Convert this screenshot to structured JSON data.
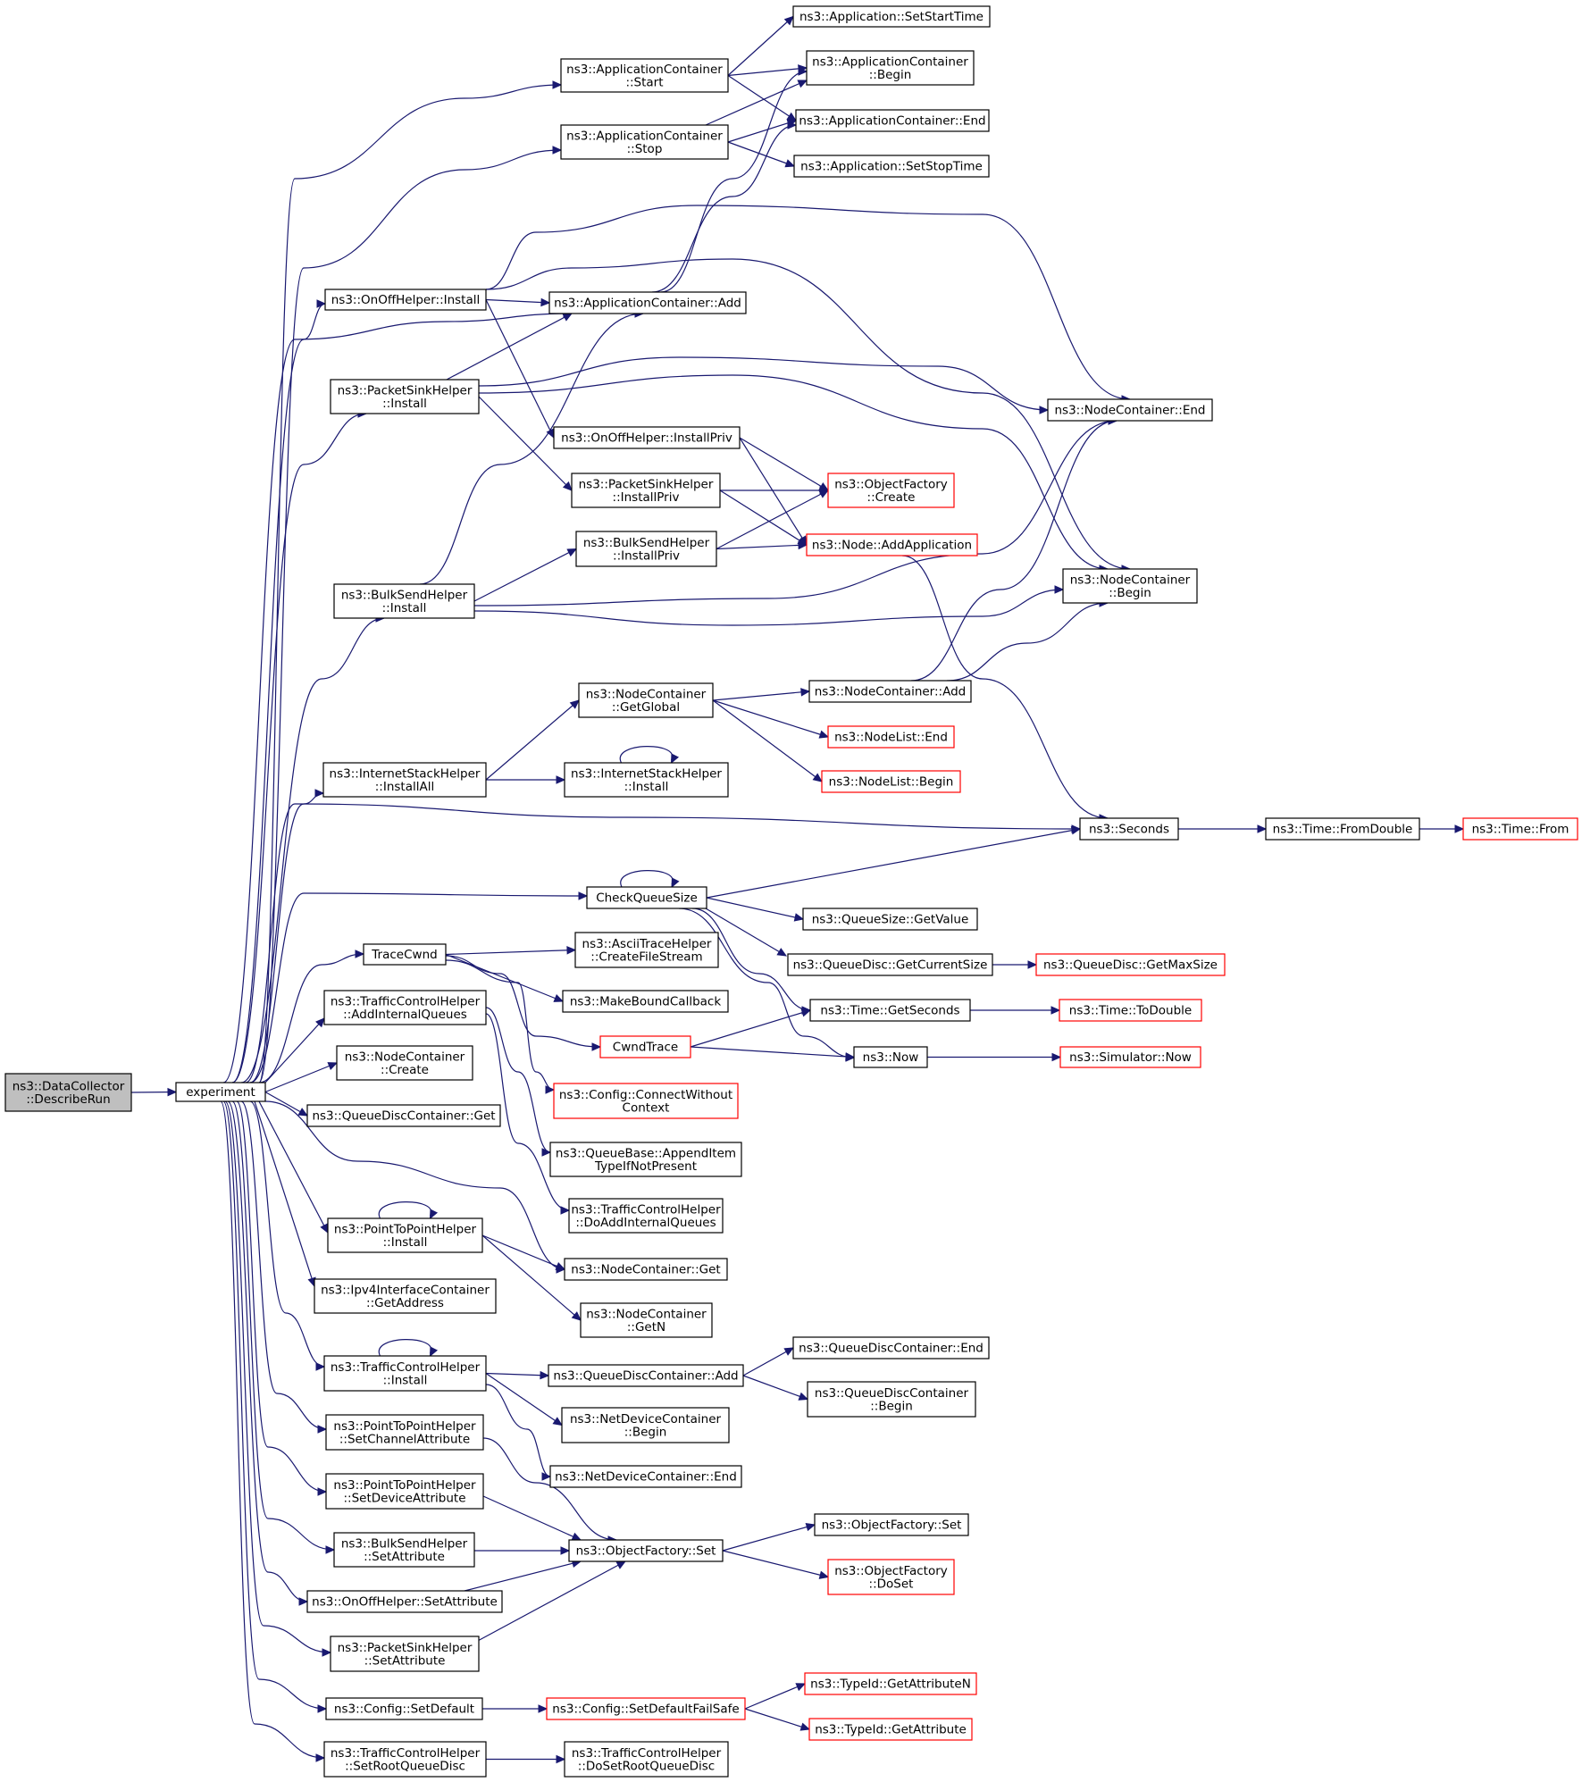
{
  "graph": {
    "nodes": [
      {
        "id": "describe",
        "lines": [
          "ns3::DataCollector",
          "::DescribeRun"
        ],
        "style": "root"
      },
      {
        "id": "experiment",
        "lines": [
          "experiment"
        ],
        "style": "normal"
      },
      {
        "id": "acStart",
        "lines": [
          "ns3::ApplicationContainer",
          "::Start"
        ],
        "style": "normal"
      },
      {
        "id": "appSetStart",
        "lines": [
          "ns3::Application::SetStartTime"
        ],
        "style": "normal"
      },
      {
        "id": "acBegin",
        "lines": [
          "ns3::ApplicationContainer",
          "::Begin"
        ],
        "style": "normal"
      },
      {
        "id": "acEnd",
        "lines": [
          "ns3::ApplicationContainer::End"
        ],
        "style": "normal"
      },
      {
        "id": "acStop",
        "lines": [
          "ns3::ApplicationContainer",
          "::Stop"
        ],
        "style": "normal"
      },
      {
        "id": "appSetStop",
        "lines": [
          "ns3::Application::SetStopTime"
        ],
        "style": "normal"
      },
      {
        "id": "onoffInstall",
        "lines": [
          "ns3::OnOffHelper::Install"
        ],
        "style": "normal"
      },
      {
        "id": "acAdd",
        "lines": [
          "ns3::ApplicationContainer::Add"
        ],
        "style": "normal"
      },
      {
        "id": "psInstall",
        "lines": [
          "ns3::PacketSinkHelper",
          "::Install"
        ],
        "style": "normal"
      },
      {
        "id": "ncEnd",
        "lines": [
          "ns3::NodeContainer::End"
        ],
        "style": "normal"
      },
      {
        "id": "onoffInstallPriv",
        "lines": [
          "ns3::OnOffHelper::InstallPriv"
        ],
        "style": "normal"
      },
      {
        "id": "psInstallPriv",
        "lines": [
          "ns3::PacketSinkHelper",
          "::InstallPriv"
        ],
        "style": "normal"
      },
      {
        "id": "ofCreate",
        "lines": [
          "ns3::ObjectFactory",
          "::Create"
        ],
        "style": "red"
      },
      {
        "id": "bsInstallPriv",
        "lines": [
          "ns3::BulkSendHelper",
          "::InstallPriv"
        ],
        "style": "normal"
      },
      {
        "id": "nodeAddApp",
        "lines": [
          "ns3::Node::AddApplication"
        ],
        "style": "red"
      },
      {
        "id": "bsInstall",
        "lines": [
          "ns3::BulkSendHelper",
          "::Install"
        ],
        "style": "normal"
      },
      {
        "id": "ncBegin",
        "lines": [
          "ns3::NodeContainer",
          "::Begin"
        ],
        "style": "normal"
      },
      {
        "id": "ncGetGlobal",
        "lines": [
          "ns3::NodeContainer",
          "::GetGlobal"
        ],
        "style": "normal"
      },
      {
        "id": "ncAdd",
        "lines": [
          "ns3::NodeContainer::Add"
        ],
        "style": "normal"
      },
      {
        "id": "nlEnd",
        "lines": [
          "ns3::NodeList::End"
        ],
        "style": "red"
      },
      {
        "id": "nlBegin",
        "lines": [
          "ns3::NodeList::Begin"
        ],
        "style": "red"
      },
      {
        "id": "ishInstallAll",
        "lines": [
          "ns3::InternetStackHelper",
          "::InstallAll"
        ],
        "style": "normal"
      },
      {
        "id": "ishInstall",
        "lines": [
          "ns3::InternetStackHelper",
          "::Install"
        ],
        "style": "normal"
      },
      {
        "id": "seconds",
        "lines": [
          "ns3::Seconds"
        ],
        "style": "normal"
      },
      {
        "id": "timeFromDouble",
        "lines": [
          "ns3::Time::FromDouble"
        ],
        "style": "normal"
      },
      {
        "id": "timeFrom",
        "lines": [
          "ns3::Time::From"
        ],
        "style": "red"
      },
      {
        "id": "checkQueue",
        "lines": [
          "CheckQueueSize"
        ],
        "style": "normal"
      },
      {
        "id": "qsGetValue",
        "lines": [
          "ns3::QueueSize::GetValue"
        ],
        "style": "normal"
      },
      {
        "id": "qdGetCurrent",
        "lines": [
          "ns3::QueueDisc::GetCurrentSize"
        ],
        "style": "normal"
      },
      {
        "id": "qdGetMax",
        "lines": [
          "ns3::QueueDisc::GetMaxSize"
        ],
        "style": "red"
      },
      {
        "id": "traceCwnd",
        "lines": [
          "TraceCwnd"
        ],
        "style": "normal"
      },
      {
        "id": "athCreate",
        "lines": [
          "ns3::AsciiTraceHelper",
          "::CreateFileStream"
        ],
        "style": "normal"
      },
      {
        "id": "makeBound",
        "lines": [
          "ns3::MakeBoundCallback"
        ],
        "style": "normal"
      },
      {
        "id": "timeGetSeconds",
        "lines": [
          "ns3::Time::GetSeconds"
        ],
        "style": "normal"
      },
      {
        "id": "timeToDouble",
        "lines": [
          "ns3::Time::ToDouble"
        ],
        "style": "red"
      },
      {
        "id": "tchAddInternal",
        "lines": [
          "ns3::TrafficControlHelper",
          "::AddInternalQueues"
        ],
        "style": "normal"
      },
      {
        "id": "cwndTrace",
        "lines": [
          "CwndTrace"
        ],
        "style": "red"
      },
      {
        "id": "now",
        "lines": [
          "ns3::Now"
        ],
        "style": "normal"
      },
      {
        "id": "simNow",
        "lines": [
          "ns3::Simulator::Now"
        ],
        "style": "red"
      },
      {
        "id": "ncCreate",
        "lines": [
          "ns3::NodeContainer",
          "::Create"
        ],
        "style": "normal"
      },
      {
        "id": "configConnect",
        "lines": [
          "ns3::Config::ConnectWithout",
          "Context"
        ],
        "style": "red"
      },
      {
        "id": "qdcGet",
        "lines": [
          "ns3::QueueDiscContainer::Get"
        ],
        "style": "normal"
      },
      {
        "id": "qbAppend",
        "lines": [
          "ns3::QueueBase::AppendItem",
          "TypeIfNotPresent"
        ],
        "style": "normal"
      },
      {
        "id": "tchDoAdd",
        "lines": [
          "ns3::TrafficControlHelper",
          "::DoAddInternalQueues"
        ],
        "style": "normal"
      },
      {
        "id": "p2pInstall",
        "lines": [
          "ns3::PointToPointHelper",
          "::Install"
        ],
        "style": "normal"
      },
      {
        "id": "ncGet",
        "lines": [
          "ns3::NodeContainer::Get"
        ],
        "style": "normal"
      },
      {
        "id": "ipv4GetAddr",
        "lines": [
          "ns3::Ipv4InterfaceContainer",
          "::GetAddress"
        ],
        "style": "normal"
      },
      {
        "id": "ncGetN",
        "lines": [
          "ns3::NodeContainer",
          "::GetN"
        ],
        "style": "normal"
      },
      {
        "id": "tchInstall",
        "lines": [
          "ns3::TrafficControlHelper",
          "::Install"
        ],
        "style": "normal"
      },
      {
        "id": "qdcAdd",
        "lines": [
          "ns3::QueueDiscContainer::Add"
        ],
        "style": "normal"
      },
      {
        "id": "qdcEnd",
        "lines": [
          "ns3::QueueDiscContainer::End"
        ],
        "style": "normal"
      },
      {
        "id": "qdcBegin",
        "lines": [
          "ns3::QueueDiscContainer",
          "::Begin"
        ],
        "style": "normal"
      },
      {
        "id": "ndcBegin",
        "lines": [
          "ns3::NetDeviceContainer",
          "::Begin"
        ],
        "style": "normal"
      },
      {
        "id": "p2pSetChannel",
        "lines": [
          "ns3::PointToPointHelper",
          "::SetChannelAttribute"
        ],
        "style": "normal"
      },
      {
        "id": "ndcEnd",
        "lines": [
          "ns3::NetDeviceContainer::End"
        ],
        "style": "normal"
      },
      {
        "id": "p2pSetDevice",
        "lines": [
          "ns3::PointToPointHelper",
          "::SetDeviceAttribute"
        ],
        "style": "normal"
      },
      {
        "id": "ofSet2",
        "lines": [
          "ns3::ObjectFactory::Set"
        ],
        "style": "normal"
      },
      {
        "id": "bsSetAttr",
        "lines": [
          "ns3::BulkSendHelper",
          "::SetAttribute"
        ],
        "style": "normal"
      },
      {
        "id": "ofSet",
        "lines": [
          "ns3::ObjectFactory::Set"
        ],
        "style": "normal"
      },
      {
        "id": "ofDoSet",
        "lines": [
          "ns3::ObjectFactory",
          "::DoSet"
        ],
        "style": "red"
      },
      {
        "id": "onoffSetAttr",
        "lines": [
          "ns3::OnOffHelper::SetAttribute"
        ],
        "style": "normal"
      },
      {
        "id": "psSetAttr",
        "lines": [
          "ns3::PacketSinkHelper",
          "::SetAttribute"
        ],
        "style": "normal"
      },
      {
        "id": "configSetDefault",
        "lines": [
          "ns3::Config::SetDefault"
        ],
        "style": "normal"
      },
      {
        "id": "configSetDefaultFS",
        "lines": [
          "ns3::Config::SetDefaultFailSafe"
        ],
        "style": "red"
      },
      {
        "id": "tidGetAttrN",
        "lines": [
          "ns3::TypeId::GetAttributeN"
        ],
        "style": "red"
      },
      {
        "id": "tidGetAttr",
        "lines": [
          "ns3::TypeId::GetAttribute"
        ],
        "style": "red"
      },
      {
        "id": "tchSetRoot",
        "lines": [
          "ns3::TrafficControlHelper",
          "::SetRootQueueDisc"
        ],
        "style": "normal"
      },
      {
        "id": "tchDoSetRoot",
        "lines": [
          "ns3::TrafficControlHelper",
          "::DoSetRootQueueDisc"
        ],
        "style": "normal"
      }
    ],
    "edges": [
      [
        "describe",
        "experiment"
      ],
      [
        "experiment",
        "acStart"
      ],
      [
        "experiment",
        "acStop"
      ],
      [
        "experiment",
        "onoffInstall"
      ],
      [
        "experiment",
        "acAdd"
      ],
      [
        "experiment",
        "psInstall"
      ],
      [
        "experiment",
        "bsInstall"
      ],
      [
        "experiment",
        "ishInstallAll"
      ],
      [
        "experiment",
        "seconds"
      ],
      [
        "experiment",
        "checkQueue"
      ],
      [
        "experiment",
        "traceCwnd"
      ],
      [
        "experiment",
        "tchAddInternal"
      ],
      [
        "experiment",
        "ncCreate"
      ],
      [
        "experiment",
        "qdcGet"
      ],
      [
        "experiment",
        "ncGet"
      ],
      [
        "experiment",
        "p2pInstall"
      ],
      [
        "experiment",
        "ipv4GetAddr"
      ],
      [
        "experiment",
        "tchInstall"
      ],
      [
        "experiment",
        "p2pSetChannel"
      ],
      [
        "experiment",
        "p2pSetDevice"
      ],
      [
        "experiment",
        "bsSetAttr"
      ],
      [
        "experiment",
        "onoffSetAttr"
      ],
      [
        "experiment",
        "psSetAttr"
      ],
      [
        "experiment",
        "configSetDefault"
      ],
      [
        "experiment",
        "tchSetRoot"
      ],
      [
        "acStart",
        "appSetStart"
      ],
      [
        "acStart",
        "acBegin"
      ],
      [
        "acStart",
        "acEnd"
      ],
      [
        "acStop",
        "acBegin"
      ],
      [
        "acStop",
        "acEnd"
      ],
      [
        "acStop",
        "appSetStop"
      ],
      [
        "onoffInstall",
        "acAdd"
      ],
      [
        "onoffInstall",
        "ncEnd"
      ],
      [
        "onoffInstall",
        "ncBegin"
      ],
      [
        "onoffInstall",
        "onoffInstallPriv"
      ],
      [
        "acAdd",
        "acBegin"
      ],
      [
        "acAdd",
        "acEnd"
      ],
      [
        "psInstall",
        "acAdd"
      ],
      [
        "psInstall",
        "ncEnd"
      ],
      [
        "psInstall",
        "ncBegin"
      ],
      [
        "psInstall",
        "psInstallPriv"
      ],
      [
        "onoffInstallPriv",
        "ofCreate"
      ],
      [
        "onoffInstallPriv",
        "nodeAddApp"
      ],
      [
        "psInstallPriv",
        "ofCreate"
      ],
      [
        "psInstallPriv",
        "nodeAddApp"
      ],
      [
        "bsInstallPriv",
        "ofCreate"
      ],
      [
        "bsInstallPriv",
        "nodeAddApp"
      ],
      [
        "nodeAddApp",
        "seconds"
      ],
      [
        "bsInstall",
        "acAdd"
      ],
      [
        "bsInstall",
        "bsInstallPriv"
      ],
      [
        "bsInstall",
        "ncEnd"
      ],
      [
        "bsInstall",
        "ncBegin"
      ],
      [
        "ncGetGlobal",
        "ncAdd"
      ],
      [
        "ncGetGlobal",
        "nlEnd"
      ],
      [
        "ncGetGlobal",
        "nlBegin"
      ],
      [
        "ncAdd",
        "ncEnd"
      ],
      [
        "ncAdd",
        "ncBegin"
      ],
      [
        "ishInstallAll",
        "ncGetGlobal"
      ],
      [
        "ishInstallAll",
        "ishInstall"
      ],
      [
        "ishInstall",
        "ishInstall"
      ],
      [
        "seconds",
        "timeFromDouble"
      ],
      [
        "timeFromDouble",
        "timeFrom"
      ],
      [
        "checkQueue",
        "checkQueue"
      ],
      [
        "checkQueue",
        "seconds"
      ],
      [
        "checkQueue",
        "qsGetValue"
      ],
      [
        "checkQueue",
        "qdGetCurrent"
      ],
      [
        "checkQueue",
        "timeGetSeconds"
      ],
      [
        "checkQueue",
        "now"
      ],
      [
        "qdGetCurrent",
        "qdGetMax"
      ],
      [
        "traceCwnd",
        "athCreate"
      ],
      [
        "traceCwnd",
        "makeBound"
      ],
      [
        "traceCwnd",
        "cwndTrace"
      ],
      [
        "traceCwnd",
        "configConnect"
      ],
      [
        "timeGetSeconds",
        "timeToDouble"
      ],
      [
        "cwndTrace",
        "timeGetSeconds"
      ],
      [
        "cwndTrace",
        "now"
      ],
      [
        "now",
        "simNow"
      ],
      [
        "tchAddInternal",
        "qbAppend"
      ],
      [
        "tchAddInternal",
        "tchDoAdd"
      ],
      [
        "p2pInstall",
        "p2pInstall"
      ],
      [
        "p2pInstall",
        "ncGet"
      ],
      [
        "p2pInstall",
        "ncGetN"
      ],
      [
        "tchInstall",
        "tchInstall"
      ],
      [
        "tchInstall",
        "qdcAdd"
      ],
      [
        "tchInstall",
        "ndcBegin"
      ],
      [
        "tchInstall",
        "ndcEnd"
      ],
      [
        "qdcAdd",
        "qdcEnd"
      ],
      [
        "qdcAdd",
        "qdcBegin"
      ],
      [
        "p2pSetChannel",
        "ofSet2"
      ],
      [
        "p2pSetDevice",
        "ofSet2"
      ],
      [
        "bsSetAttr",
        "ofSet2"
      ],
      [
        "onoffSetAttr",
        "ofSet2"
      ],
      [
        "psSetAttr",
        "ofSet2"
      ],
      [
        "ofSet2",
        "ofSet"
      ],
      [
        "ofSet2",
        "ofDoSet"
      ],
      [
        "configSetDefault",
        "configSetDefaultFS"
      ],
      [
        "configSetDefaultFS",
        "tidGetAttrN"
      ],
      [
        "configSetDefaultFS",
        "tidGetAttr"
      ],
      [
        "tchSetRoot",
        "tchDoSetRoot"
      ]
    ]
  },
  "colors": {
    "edge": "#191970",
    "border_normal": "#000000",
    "border_red": "#ff0000",
    "root_fill": "#bfbfbf",
    "fill": "#ffffff"
  }
}
